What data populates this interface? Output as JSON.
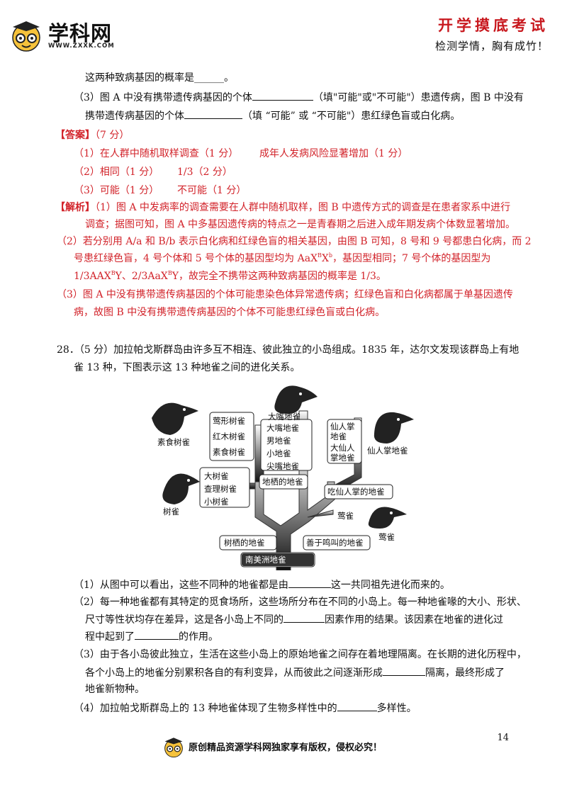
{
  "header": {
    "logo_text": "学科网",
    "logo_url": "WWW.ZXXK.COM",
    "slogan_main": "开学摸底考试",
    "slogan_sub": "检测学情，胸有成竹！"
  },
  "q27": {
    "line_cont": "这两种致病基因的概率是______。",
    "q3_a": "（3）图 A 中没有携带遗传病基因的个体",
    "q3_b": "（填\"可能\"或\"不可能\"）患遗传病，图 B 中没有",
    "q3_c": "携带遗传病基因的个体",
    "q3_d": "（填 “可能” 或 “不可能\"）患红绿色盲或白化病。"
  },
  "answer": {
    "label": "【答案】",
    "points": "（7 分）",
    "a1": "（1）在人群中随机取样调查（1 分）",
    "a1b": "成年人发病风险显著增加（1 分）",
    "a2": "（2）相同（1 分）",
    "a2b": "1/3（2 分）",
    "a3": "（3）可能（1 分）",
    "a3b": "不可能（1 分）"
  },
  "analysis": {
    "label": "【解析】",
    "p1a": "（1）图 A 中发病率的调查需要在人群中随机取样，图 B 中遗传方式的调查是在患者家系中进行",
    "p1b": "调查；据图可知，图 A 中多基因遗传病的特点之一是青春期之后进入成年期发病个体数显著增加。",
    "p2a": "（2）若分别用 A/a 和  B/b 表示白化病和红绿色盲的相关基因，由图 B 可知，8 号和 9 号都患白化病，而 2",
    "p2b_1": "号患红绿色盲，4 号个体和 5 号个体的基因型均为 AaX",
    "p2b_s1": "B",
    "p2b_2": "X",
    "p2b_s2": "b",
    "p2b_3": "，基因型相同；7 号个体的基因型为",
    "p2c_1": "1/3AAX",
    "p2c_s1": "B",
    "p2c_2": "Y、2/3AaX",
    "p2c_s2": "B",
    "p2c_3": "Y，故完全不携带这两种致病基因的概率是 1/3。",
    "p3a": "（3）图 A 中没有携带遗传病基因的个体可能患染色体异常遗传病；红绿色盲和白化病都属于单基因遗传",
    "p3b": "病，故图  B 中没有携带遗传病基因的个体不可能患红绿色盲或白化病。"
  },
  "q28": {
    "intro1": "28．（5 分）加拉帕戈斯群岛由许多互不相连、彼此独立的小岛组成。1835 年，达尔文发现该群岛上有地",
    "intro2": "雀 13 种，下图表示这 13 种地雀之间的进化关系。",
    "s1a": "（1）从图中可以看出，这些不同种的地雀都是由",
    "s1b": "这一共同祖先进化而来的。",
    "s2a": "（2）每一种地雀都有其特定的觅食场所，这些场所分布在不同的小岛上。每一种地雀喙的大小、形状、",
    "s2b": "尺寸等性状均存在差异，这是各小岛上不同的",
    "s2c": "因素作用的结果。该因素在地雀的进化过",
    "s2d": "程中起到了",
    "s2e": "的作用。",
    "s3a": "（3）由于各小岛彼此独立，生活在这些小岛上的原始地雀之间存在着地理隔离。在长期的进化历程中，",
    "s3b": "各个小岛上的地雀分别累积各自的有利变异，从而彼此之间逐渐形成",
    "s3c": "隔离，最终形成了",
    "s3d": "地雀新物种。",
    "s4a": "（4）加拉帕戈斯群岛上的 13 种地雀体现了生物多样性中的",
    "s4b": "多样性。"
  },
  "figure": {
    "root": "南美洲地雀",
    "tree_ground": "树栖的地雀",
    "sing": "善于鸣叫的地雀",
    "ground": "地栖的地雀",
    "cactus": "吃仙人掌的地雀",
    "warbler": "莺雀",
    "warbler_head": "莺雀",
    "veg_head": "素食树雀",
    "tree_head": "树雀",
    "big_beak_head": "大嘴地雀",
    "cactus_head": "仙人掌地雀",
    "group_left": [
      "莺形树雀",
      "红木树雀",
      "素食树雀"
    ],
    "group_tree": [
      "大树雀",
      "查理树雀",
      "小树雀"
    ],
    "group_ground": [
      "大嘴地雀",
      "男地雀",
      "小地雀",
      "尖嘴地雀"
    ],
    "cactus1_a": "仙人掌",
    "cactus1_b": "地雀",
    "cactus2_a": "大仙人",
    "cactus2_b": "掌地雀"
  },
  "page_number": "14",
  "footer_text": "原创精品资源学科网独家享有版权，侵权必究！",
  "colors": {
    "accent_red": "#d2232a",
    "brand_red": "#c8181e"
  }
}
